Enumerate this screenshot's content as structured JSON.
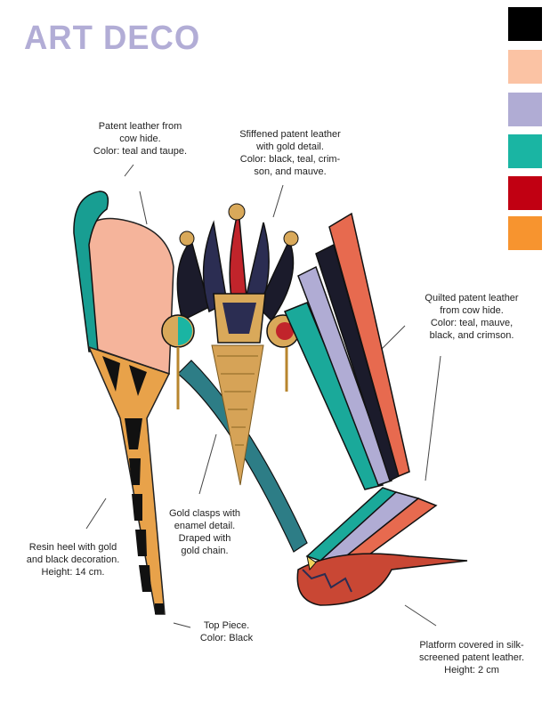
{
  "title": "ART DECO",
  "title_color": "#B2ADD6",
  "palette": [
    {
      "name": "black",
      "color": "#000000"
    },
    {
      "name": "peach",
      "color": "#FBC3A4"
    },
    {
      "name": "lavender",
      "color": "#B0ACD4"
    },
    {
      "name": "teal",
      "color": "#1AB5A3"
    },
    {
      "name": "crimson",
      "color": "#C10012"
    },
    {
      "name": "orange",
      "color": "#F7942F"
    }
  ],
  "annotations": {
    "patent_leather": "Patent leather from\ncow hide.\nColor: teal and taupe.",
    "stiffened_patent": "Sfiffened patent leather\nwith gold detail.\nColor: black, teal, crim-\nson, and mauve.",
    "quilted_patent": "Quilted patent leather\nfrom cow hide.\nColor: teal, mauve,\nblack, and crimson.",
    "resin_heel": "Resin heel with gold\nand black decoration.\nHeight: 14 cm.",
    "gold_clasps": "Gold clasps with\nenamel detail.\nDraped with\ngold chain.",
    "top_piece": "Top Piece.\nColor: Black",
    "platform": "Platform covered in silk-\nscreened patent leather.\nHeight: 2 cm"
  }
}
